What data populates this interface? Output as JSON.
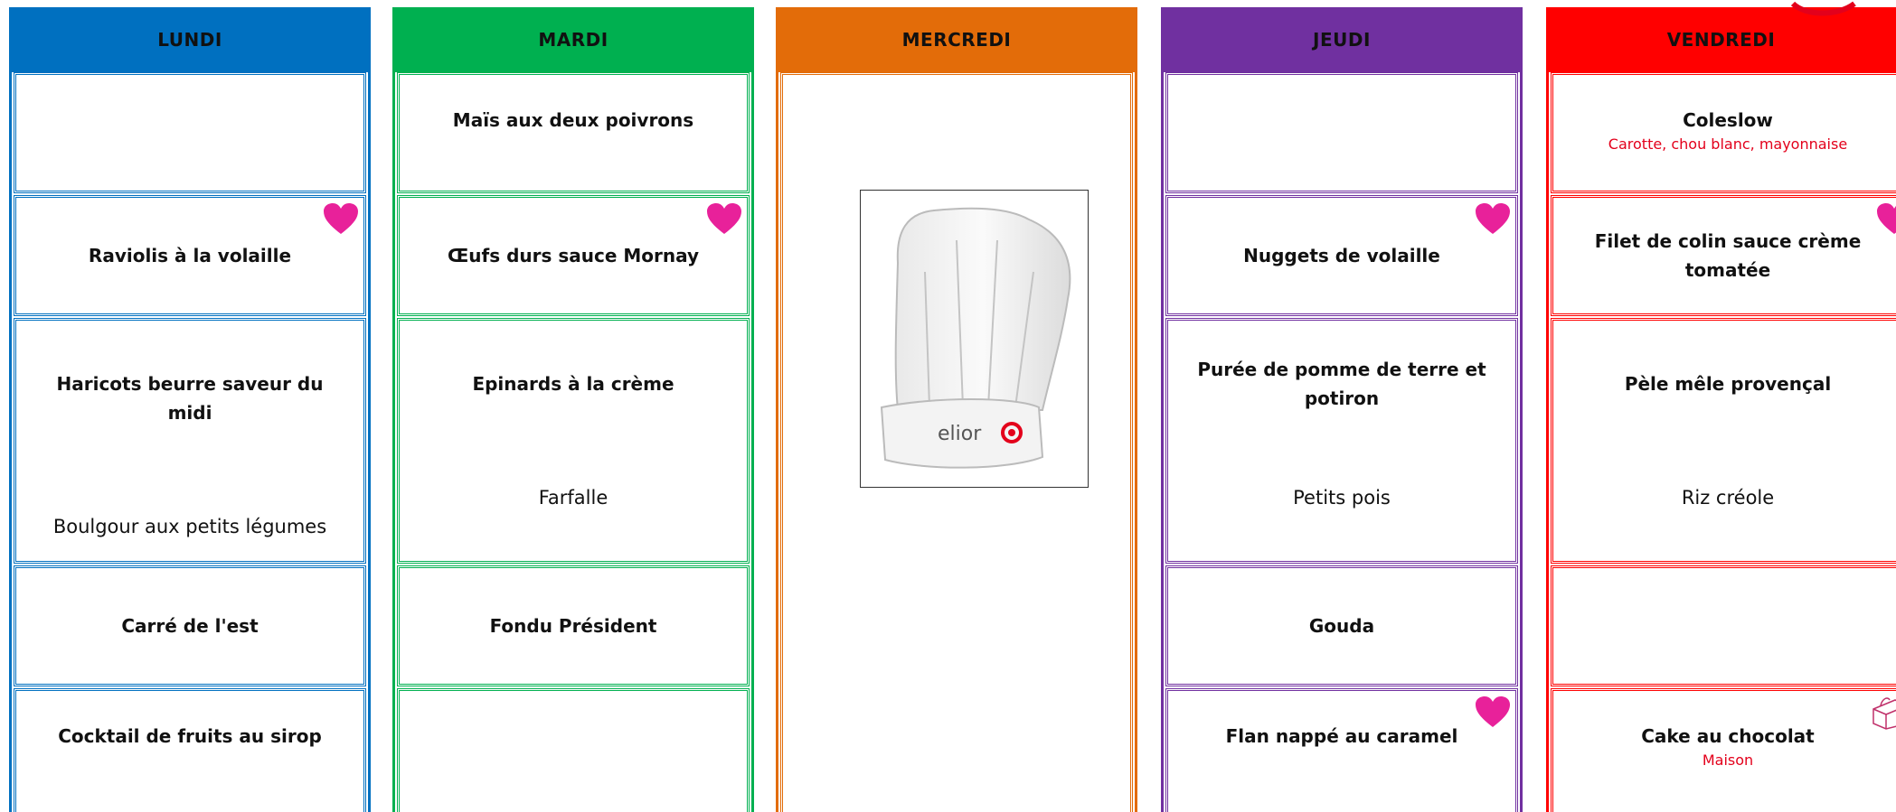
{
  "colors": {
    "monday": "#0070c0",
    "tuesday": "#00b050",
    "wednesday": "#e36c09",
    "thursday": "#7030a0",
    "friday": "#ff0000",
    "heart": "#e8219a",
    "note": "#e3001b"
  },
  "days": [
    {
      "name": "LUNDI",
      "items": [
        {
          "dish": "",
          "note": ""
        },
        {
          "dish": "Raviolis à la volaille",
          "note": "",
          "heart": true
        },
        {
          "dish": "Haricots beurre saveur du midi",
          "side": "Boulgour aux petits légumes"
        },
        {
          "dish": "Carré de l'est",
          "note": ""
        },
        {
          "dish": "Cocktail de fruits au sirop",
          "note": ""
        }
      ]
    },
    {
      "name": "MARDI",
      "items": [
        {
          "dish": "Maïs aux deux poivrons",
          "note": ""
        },
        {
          "dish": "Œufs durs sauce Mornay",
          "note": "",
          "heart": true
        },
        {
          "dish": "Epinards à la crème",
          "side": "Farfalle"
        },
        {
          "dish": "Fondu Président",
          "note": ""
        },
        {
          "dish": "",
          "note": ""
        }
      ]
    },
    {
      "name": "MERCREDI",
      "logo_text": "elior"
    },
    {
      "name": "JEUDI",
      "items": [
        {
          "dish": "",
          "note": ""
        },
        {
          "dish": "Nuggets de volaille",
          "note": "",
          "heart": true
        },
        {
          "dish": "Purée de pomme de terre et potiron",
          "side": "Petits pois"
        },
        {
          "dish": "Gouda",
          "note": ""
        },
        {
          "dish": "Flan nappé au caramel",
          "note": "",
          "heart": true
        }
      ]
    },
    {
      "name": "VENDREDI",
      "items": [
        {
          "dish": "Coleslow",
          "note": "Carotte, chou blanc, mayonnaise"
        },
        {
          "dish": "Filet de colin sauce crème tomatée",
          "note": "",
          "heart": true
        },
        {
          "dish": "Pèle mêle provençal",
          "side": "Riz créole"
        },
        {
          "dish": "",
          "note": ""
        },
        {
          "dish": "Cake au chocolat",
          "note": "Maison",
          "icon": "cake-icon"
        }
      ]
    }
  ]
}
